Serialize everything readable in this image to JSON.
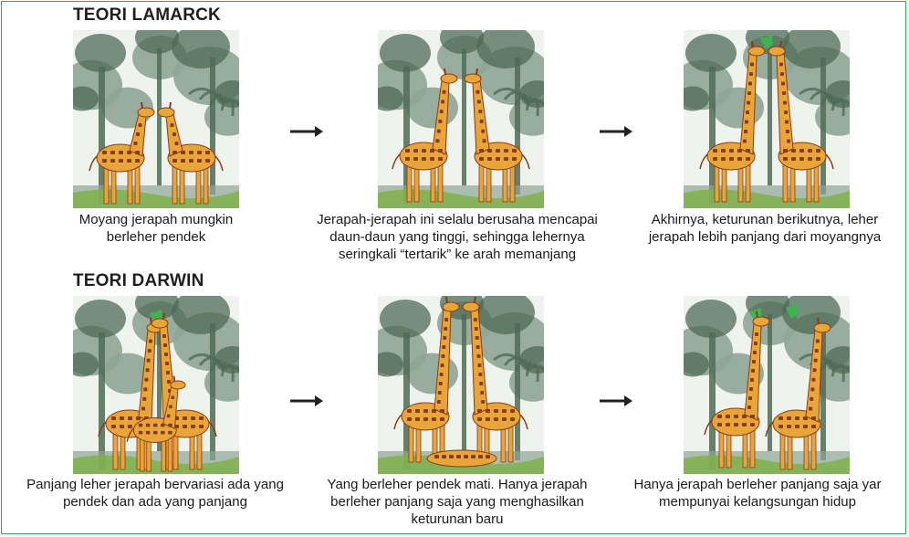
{
  "lamarck": {
    "title": "TEORI LAMARCK",
    "captions": [
      [
        "Moyang jerapah mungkin",
        "berleher pendek"
      ],
      [
        "Jerapah-jerapah ini selalu berusaha mencapai",
        "daun-daun yang tinggi, sehingga lehernya",
        "seringkali “tertarik” ke arah memanjang"
      ],
      [
        "Akhirnya, keturunan berikutnya, leher",
        "jerapah lebih panjang dari moyangnya"
      ]
    ]
  },
  "darwin": {
    "title": "TEORI DARWIN",
    "captions": [
      [
        "Panjang leher jerapah bervariasi ada yang",
        "pendek dan ada yang panjang"
      ],
      [
        "Yang berleher pendek mati. Hanya jerapah",
        "berleher panjang saja yang menghasilkan",
        "keturunan baru"
      ],
      [
        "Hanya jerapah berleher panjang saja yar",
        "mempunyai kelangsungan hidup"
      ]
    ]
  },
  "illustration": {
    "icons": [
      "giraffe-illustration",
      "forest-background-illustration",
      "arrow-right-icon"
    ],
    "colors": {
      "frame": "#3aa35a",
      "sky": "#eef3ee",
      "forest_dark": "#4f6b57",
      "forest_light": "#8fa596",
      "grass": "#7fb04a",
      "giraffe_body": "#e8a53a",
      "giraffe_spot": "#8a3b12",
      "leaf": "#3fb34f"
    }
  }
}
